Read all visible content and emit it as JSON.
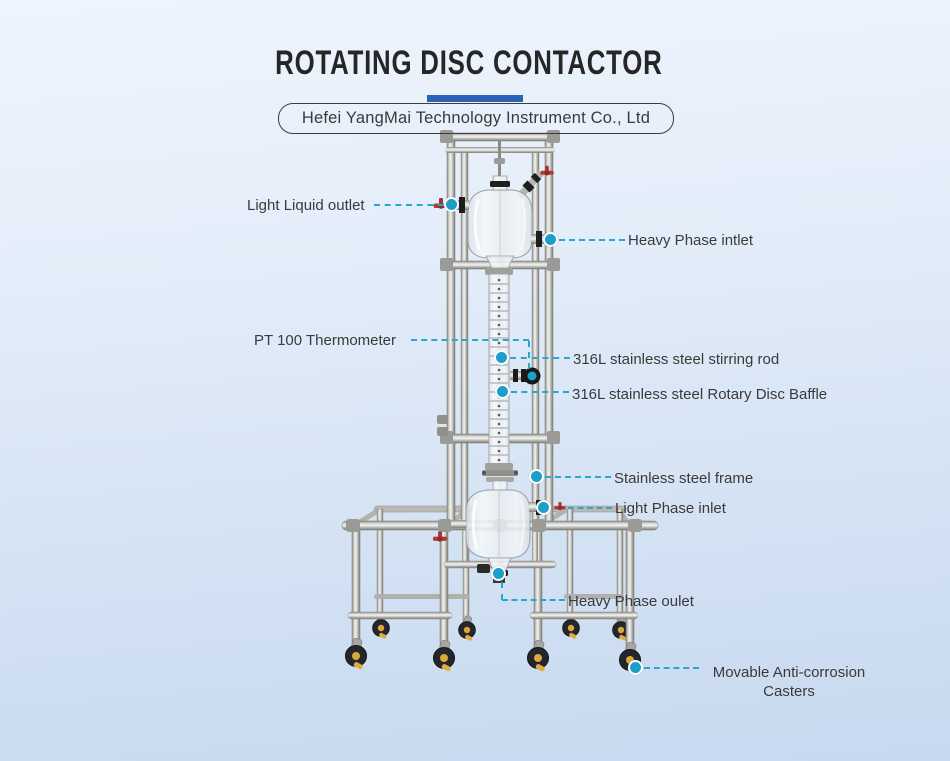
{
  "title": "ROTATING DISC CONTACTOR",
  "company": "Hefei YangMai Technology Instrument Co., Ltd",
  "colors": {
    "title_underline": "#2d63b5",
    "callout_teal": "#1d9fc9",
    "label_text": "#3a3a3a",
    "background_top": "#eef4fd",
    "background_bottom": "#c7d9ef"
  },
  "illustration": "rotating disc contactor glass column on stainless steel caster frame",
  "callouts": [
    {
      "id": "light-liquid-outlet",
      "label": "Light Liquid outlet",
      "side": "left"
    },
    {
      "id": "heavy-phase-inlet",
      "label": "Heavy Phase intlet",
      "side": "right"
    },
    {
      "id": "pt100-thermometer",
      "label": "PT 100 Thermometer",
      "side": "left"
    },
    {
      "id": "stirring-rod",
      "label": "316L stainless steel stirring rod",
      "side": "right"
    },
    {
      "id": "rotary-disc-baffle",
      "label": "316L stainless steel  Rotary Disc Baffle",
      "side": "right"
    },
    {
      "id": "stainless-steel-frame",
      "label": "Stainless steel frame",
      "side": "right"
    },
    {
      "id": "light-phase-inlet",
      "label": "Light Phase inlet",
      "side": "right"
    },
    {
      "id": "heavy-phase-outlet",
      "label": "Heavy Phase oulet",
      "side": "bottom"
    },
    {
      "id": "movable-casters",
      "label": "Movable Anti-corrosion Casters",
      "side": "right"
    }
  ]
}
